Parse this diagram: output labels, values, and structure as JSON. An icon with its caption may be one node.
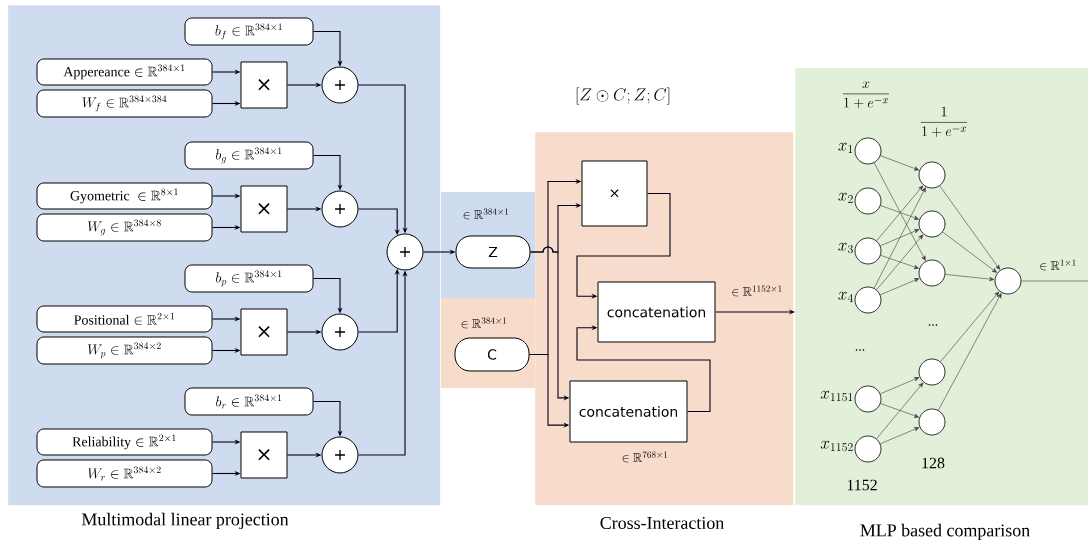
{
  "diagram": {
    "nodes": [
      {
        "text": [
          "Multimodal linear projection"
        ]
      },
      {
        "text": [
          "b_f \\in \\mathbb{R}^{384\\times 1}"
        ],
        "in": 0
      },
      {
        "text": [
          "\\text{Appereance} \\in \\mathbb{R}^{384\\times 1}"
        ],
        "in": 0
      },
      {
        "text": [
          "W_f \\in \\mathbb{R}^{384\\times 384}"
        ],
        "in": 0
      },
      {
        "text": [
          "×"
        ],
        "in": 0
      },
      {
        "text": [
          "+"
        ],
        "in": 0
      },
      {
        "text": [
          "b_g \\in \\mathbb{R}^{384\\times 1}"
        ],
        "in": 0
      },
      {
        "text": [
          "\\text{Gyometric } \\in \\mathbb{R}^{8\\times 1}"
        ],
        "in": 0
      },
      {
        "text": [
          "W_g \\in \\mathbb{R}^{384\\times 8}"
        ],
        "in": 0
      },
      {
        "text": [
          "×"
        ],
        "in": 0
      },
      {
        "text": [
          "+"
        ],
        "in": 0
      },
      {
        "text": [
          "b_p \\in \\mathbb{R}^{384\\times 1}"
        ],
        "in": 0
      },
      {
        "text": [
          "\\text{Positional} \\in \\mathbb{R}^{2\\times 1}"
        ],
        "in": 0
      },
      {
        "text": [
          "W_p \\in \\mathbb{R}^{384\\times 2}"
        ],
        "in": 0
      },
      {
        "text": [
          "×"
        ],
        "in": 0
      },
      {
        "text": [
          "+"
        ],
        "in": 0
      },
      {
        "text": [
          "b_r \\in \\mathbb{R}^{384\\times 1}"
        ],
        "in": 0
      },
      {
        "text": [
          "\\text{Reliability} \\in \\mathbb{R}^{2\\times 1}"
        ],
        "in": 0
      },
      {
        "text": [
          "W_r \\in \\mathbb{R}^{384\\times 2}"
        ],
        "in": 0
      },
      {
        "text": [
          "×"
        ],
        "in": 0
      },
      {
        "text": [
          "+"
        ],
        "in": 0
      },
      {
        "text": [
          "+"
        ],
        "in": 0
      },
      {
        "text": [
          "Cross-Interaction"
        ]
      },
      {
        "text": [
          "Z"
        ],
        "beside": [
          "\\in \\mathbb{R}^{384\\times 1}"
        ]
      },
      {
        "text": [
          "C"
        ],
        "beside": [
          "\\in \\mathbb{R}^{384\\times 1}"
        ]
      },
      {
        "text": [
          "×"
        ],
        "in": 22
      },
      {
        "text": [
          "concatenation"
        ],
        "beside": [
          "\\in \\mathbb{R}^{1152\\times 1}"
        ],
        "in": 22
      },
      {
        "text": [
          "concatenation"
        ],
        "beside": [
          "\\in \\mathbb{R}^{768\\times 1}"
        ],
        "in": 22
      },
      {
        "text": [
          "MLP based comparison"
        ]
      },
      {
        "text": [],
        "shape": "circle",
        "beside": [
          "x_1"
        ],
        "in": 28
      },
      {
        "text": [],
        "shape": "circle",
        "beside": [
          "x_2"
        ],
        "in": 28
      },
      {
        "text": [],
        "shape": "circle",
        "beside": [
          "x_3"
        ],
        "in": 28
      },
      {
        "text": [],
        "shape": "circle",
        "beside": [
          "x_4"
        ],
        "in": 28
      },
      {
        "text": [],
        "shape": "circle",
        "beside": [
          "x_{1151}"
        ],
        "in": 28
      },
      {
        "text": [],
        "shape": "circle",
        "beside": [
          "x_{1152}"
        ],
        "in": 28
      },
      {
        "text": [],
        "shape": "circle",
        "in": 28
      },
      {
        "text": [],
        "shape": "circle",
        "in": 28
      },
      {
        "text": [],
        "shape": "circle",
        "in": 28
      },
      {
        "text": [],
        "shape": "circle",
        "in": 28
      },
      {
        "text": [],
        "shape": "circle",
        "in": 28
      },
      {
        "text": [],
        "shape": "circle",
        "beside": [
          "\\in \\mathbb{R}^{1\\times 1}"
        ],
        "in": 28
      }
    ],
    "edges": [
      {
        "from": 2,
        "to": 4,
        "arrow": "to"
      },
      {
        "from": 3,
        "to": 4,
        "arrow": "to"
      },
      {
        "from": 4,
        "to": 5,
        "arrow": "to"
      },
      {
        "from": 1,
        "to": 5,
        "arrow": "to"
      },
      {
        "from": 5,
        "to": 21,
        "arrow": "to"
      },
      {
        "from": 7,
        "to": 9,
        "arrow": "to"
      },
      {
        "from": 8,
        "to": 9,
        "arrow": "to"
      },
      {
        "from": 9,
        "to": 10,
        "arrow": "to"
      },
      {
        "from": 6,
        "to": 10,
        "arrow": "to"
      },
      {
        "from": 10,
        "to": 21,
        "arrow": "to"
      },
      {
        "from": 12,
        "to": 14,
        "arrow": "to"
      },
      {
        "from": 13,
        "to": 14,
        "arrow": "to"
      },
      {
        "from": 14,
        "to": 15,
        "arrow": "to"
      },
      {
        "from": 11,
        "to": 15,
        "arrow": "to"
      },
      {
        "from": 15,
        "to": 21,
        "arrow": "to"
      },
      {
        "from": 17,
        "to": 19,
        "arrow": "to"
      },
      {
        "from": 18,
        "to": 19,
        "arrow": "to"
      },
      {
        "from": 19,
        "to": 20,
        "arrow": "to"
      },
      {
        "from": 16,
        "to": 20,
        "arrow": "to"
      },
      {
        "from": 20,
        "to": 21,
        "arrow": "to"
      },
      {
        "from": 21,
        "to": 23,
        "arrow": "to"
      },
      {
        "from": 23,
        "to": 25,
        "arrow": "to"
      },
      {
        "from": 23,
        "to": 27,
        "arrow": "to"
      },
      {
        "from": 24,
        "to": 25,
        "arrow": "to"
      },
      {
        "from": 24,
        "to": 27,
        "arrow": "to"
      },
      {
        "from": 25,
        "to": 26,
        "arrow": "to"
      },
      {
        "from": 27,
        "to": 26,
        "arrow": "to"
      },
      {
        "from": 26,
        "to": 28,
        "arrow": "to"
      },
      {
        "from": 29,
        "to": 35,
        "arrow": "to"
      },
      {
        "from": 29,
        "to": 37,
        "arrow": "to"
      },
      {
        "from": 30,
        "to": 36,
        "arrow": "to"
      },
      {
        "from": 31,
        "to": 35,
        "arrow": "to"
      },
      {
        "from": 31,
        "to": 36,
        "arrow": "to"
      },
      {
        "from": 31,
        "to": 37,
        "arrow": "to"
      },
      {
        "from": 32,
        "to": 35,
        "arrow": "to"
      },
      {
        "from": 32,
        "to": 36,
        "arrow": "to"
      },
      {
        "from": 32,
        "to": 37,
        "arrow": "to"
      },
      {
        "from": 33,
        "to": 38,
        "arrow": "to"
      },
      {
        "from": 33,
        "to": 39,
        "arrow": "to"
      },
      {
        "from": 34,
        "to": 38,
        "arrow": "to"
      },
      {
        "from": 34,
        "to": 39,
        "arrow": "to"
      },
      {
        "from": 35,
        "to": 40,
        "arrow": "to"
      },
      {
        "from": 36,
        "to": 40,
        "arrow": "to"
      },
      {
        "from": 37,
        "to": 40,
        "arrow": "to"
      },
      {
        "from": 38,
        "to": 40,
        "arrow": "to"
      },
      {
        "from": 39,
        "to": 40,
        "arrow": "to"
      },
      {
        "from": 40,
        "to": null,
        "arrow": "none"
      }
    ],
    "labels": [
      "[Z\\odot C; Z; C]",
      "\\frac{x}{1+e^{-x}}",
      "\\frac{1}{1+e^{-x}}",
      "...",
      "...",
      "128",
      "1152"
    ]
  }
}
